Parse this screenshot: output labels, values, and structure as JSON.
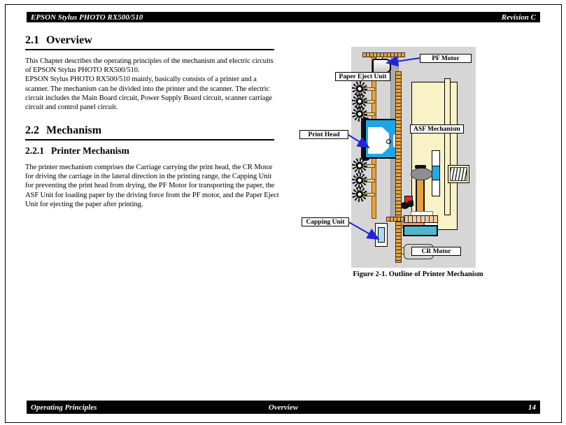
{
  "header": {
    "title": "EPSON Stylus PHOTO RX500/510",
    "revision": "Revision C"
  },
  "footer": {
    "chapter": "Operating Principles",
    "section": "Overview",
    "page_number": "14"
  },
  "sections": {
    "overview": {
      "number": "2.1",
      "title": "Overview",
      "body": "This Chapter describes the operating principles of the mechanism and electric circuits\nof EPSON Stylus PHOTO RX500/510.\nEPSON Stylus PHOTO RX500/510 mainly, basically consists of a printer and a\nscanner. The mechanism can be divided into the printer and the scanner. The electric\ncircuit includes the Main Board circuit, Power Supply Board circuit, scanner carriage\ncircuit and control panel circuit."
    },
    "mechanism": {
      "number": "2.2",
      "title": "Mechanism"
    },
    "printer_mechanism": {
      "number": "2.2.1",
      "title": "Printer Mechanism",
      "body": "The printer mechanism comprises the Carriage carrying the print head, the CR Motor\nfor driving the carriage in the lateral direction in the printing range, the Capping Unit\nfor preventing the print head from drying, the PF Motor for transporting the paper, the\nASF Unit for loading paper by the driving force from the PF motor, and the Paper Eject\nUnit for ejecting the paper after printing."
    }
  },
  "figure": {
    "caption": "Figure 2-1.  Outline of Printer Mechanism",
    "labels": {
      "pf_motor": "PF Motor",
      "paper_eject_unit": "Paper Eject Unit",
      "print_head": "Print Head",
      "asf_mechanism": "ASF Mechanism",
      "capping_unit": "Capping Unit",
      "cr_motor": "CR Motor"
    }
  },
  "colors": {
    "arrow_blue": "#2222DD",
    "shaft_orange": "#EBA33B",
    "asf_cream": "#F8F2C6",
    "print_head_cyan": "#1CA6E8",
    "carriage_teal": "#4DB8CC",
    "capping_blue": "#A8DCF4",
    "panel_gray": "#D6D6D6"
  }
}
